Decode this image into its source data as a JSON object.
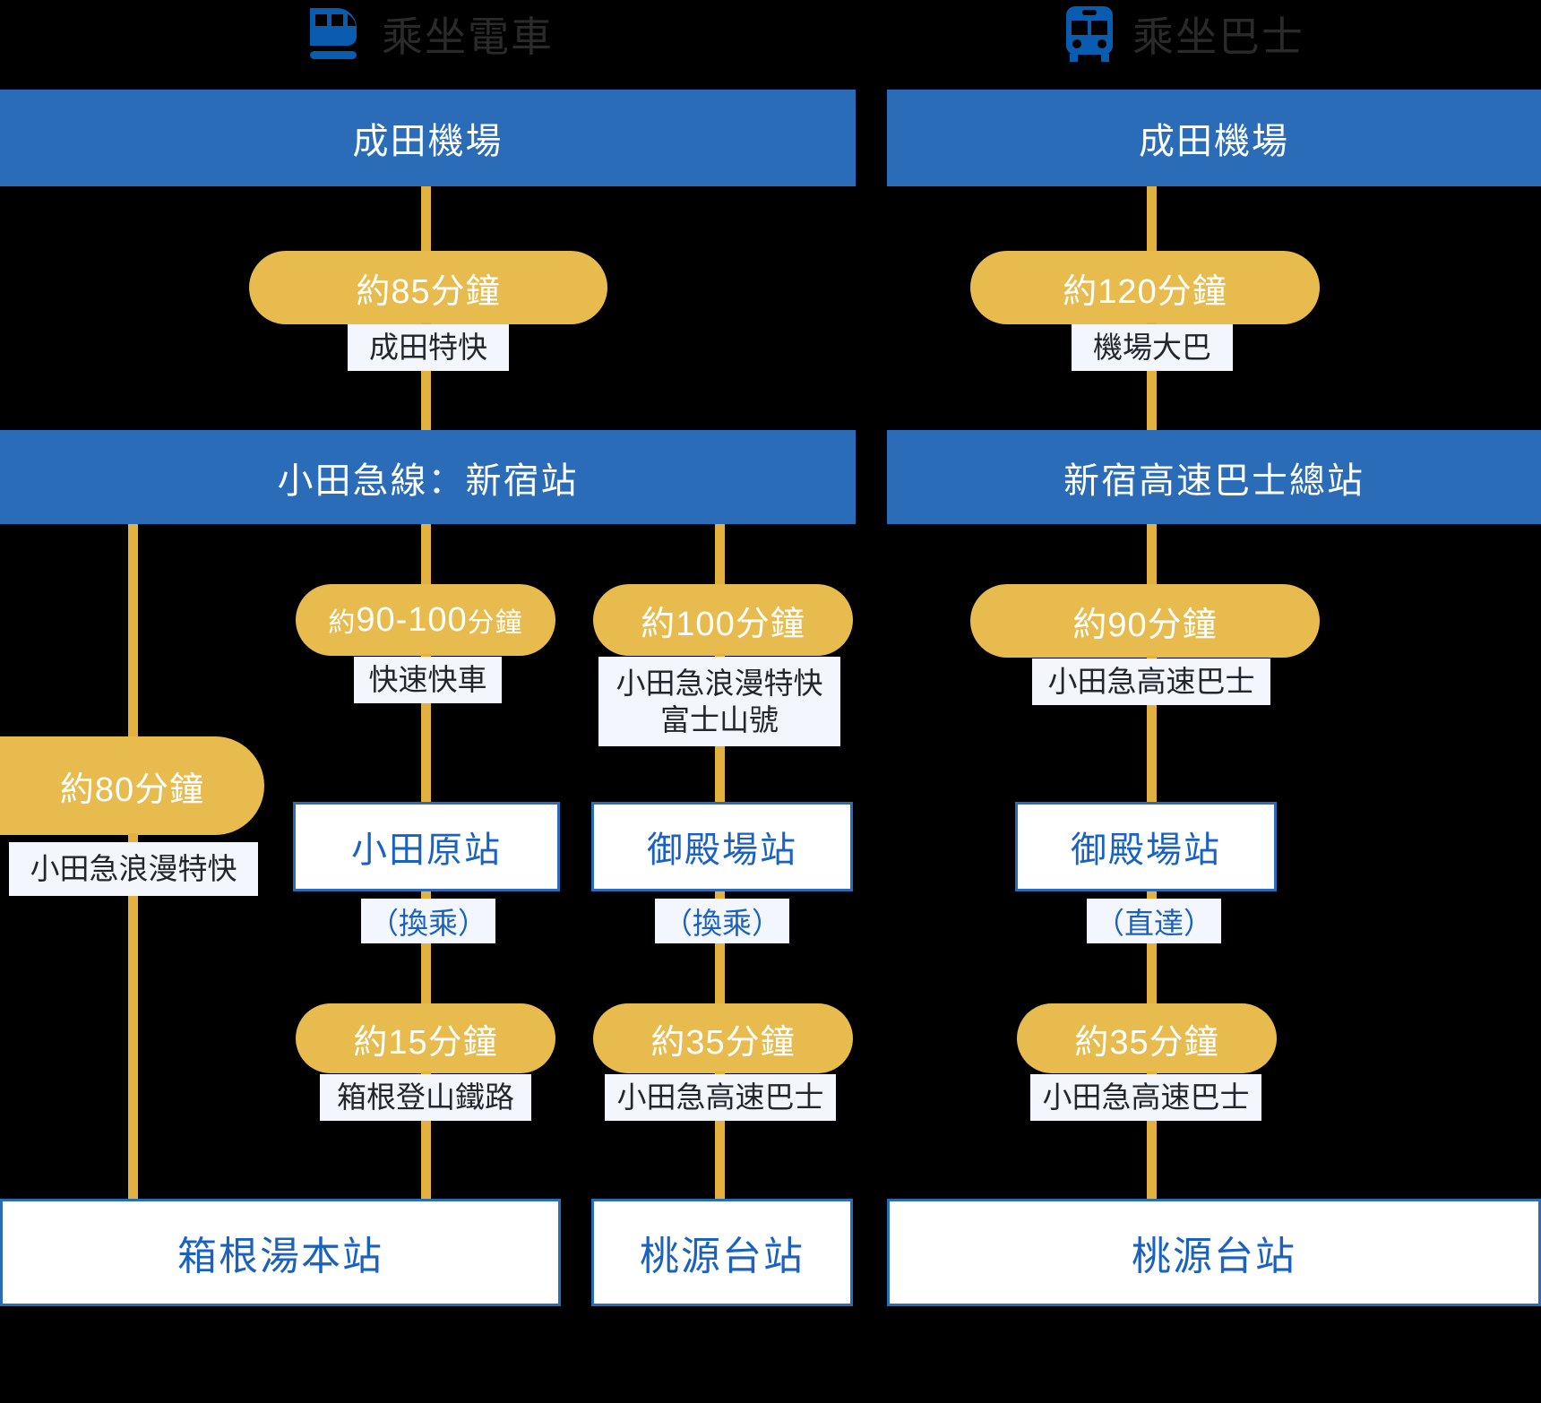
{
  "columns": [
    {
      "id": "train",
      "icon": "train-icon",
      "title": "乘坐電車"
    },
    {
      "id": "bus",
      "icon": "bus-icon",
      "title": "乘坐巴士"
    }
  ],
  "colors": {
    "banner_blue": "#2a6cb8",
    "pill_gold": "#e8bb4e",
    "line_gold": "#e2b13f",
    "station_text_blue": "#1a62c0",
    "tag_bg": "#f3f6fc",
    "background": "#000000"
  },
  "banners": {
    "narita_train": "成田機場",
    "narita_bus": "成田機場",
    "shinjuku_odakyu": "小田急線：新宿站",
    "shinjuku_bus_terminal": "新宿高速巴士總站"
  },
  "segments": {
    "narita_express": {
      "duration": "約85分鐘",
      "service": "成田特快"
    },
    "airport_limousine": {
      "duration": "約120分鐘",
      "service": "機場大巴"
    },
    "romancecar_direct": {
      "duration": "約80分鐘",
      "service": "小田急浪漫特快"
    },
    "rapid_express": {
      "duration_prefix": "約",
      "duration_main": "90-100",
      "duration_suffix": "分鐘",
      "duration": "約90-100分鐘",
      "service": "快速快車"
    },
    "romancecar_fuji": {
      "duration": "約100分鐘",
      "service_line1": "小田急浪漫特快",
      "service_line2": "富士山號"
    },
    "odakyu_highway_bus": {
      "duration": "約90分鐘",
      "service": "小田急高速巴士"
    },
    "hakone_tozan": {
      "duration": "約15分鐘",
      "service": "箱根登山鐵路"
    },
    "gotemba_bus_mid": {
      "duration": "約35分鐘",
      "service": "小田急高速巴士"
    },
    "gotemba_bus_right": {
      "duration": "約35分鐘",
      "service": "小田急高速巴士"
    }
  },
  "stations": {
    "odawara": "小田原站",
    "gotemba_mid": "御殿場站",
    "gotemba_right": "御殿場站",
    "hakone_yumoto": "箱根湯本站",
    "togendai_mid": "桃源台站",
    "togendai_right": "桃源台站"
  },
  "notes": {
    "transfer_odawara": "（換乘）",
    "transfer_gotemba_mid": "（換乘）",
    "direct_gotemba_right": "（直達）"
  }
}
